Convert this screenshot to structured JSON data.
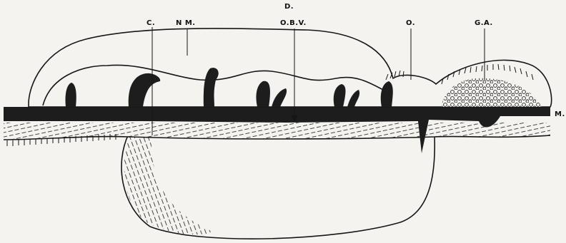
{
  "labels": {
    "top": "D.",
    "c": "C.",
    "nm": "N M.",
    "obv": "O.B.V.",
    "o": "O.",
    "ga": "G.A.",
    "m": "M."
  },
  "colors": {
    "background": "#f4f3ef",
    "ink": "#161616",
    "dark_band": "#1d1d1d"
  }
}
